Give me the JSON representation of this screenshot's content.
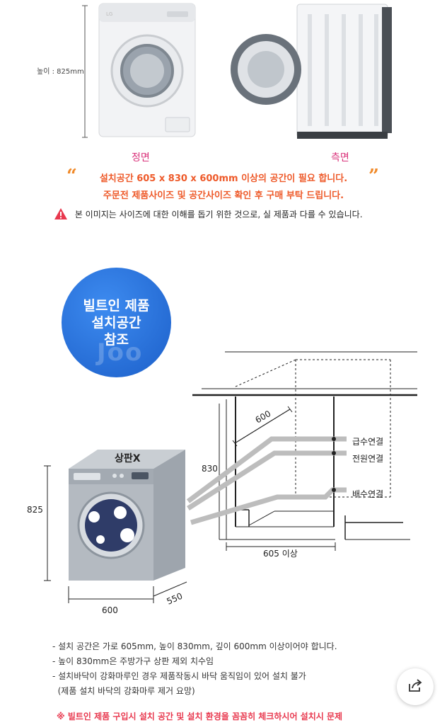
{
  "product_view": {
    "height_label": "높이 : 825mm",
    "front_label": "정면",
    "side_label": "측면"
  },
  "notice": {
    "open_quote": "“",
    "close_quote": "”",
    "line1": "설치공간 605 x 830 x 600mm 이상의 공간이 필요 합니다.",
    "line2": "주문전 제품사이즈 및 공간사이즈 확인 후 구매 부탁 드립니다."
  },
  "warning": {
    "icon": "warning-triangle-icon",
    "text": "본 이미지는 사이즈에 대한 이해를 돕기 위한 것으로, 실 제품과 다를 수 있습니다."
  },
  "badge": {
    "line1": "빌트인 제품",
    "line2": "설치공간",
    "line3": "참조",
    "watermark": "Joo"
  },
  "diagram": {
    "top_plate_label": "상판X",
    "depth_label": "600",
    "height_label": "830",
    "width_label": "605 이상",
    "water_supply_label": "급수연결",
    "power_label": "전원연결",
    "drain_label": "배수연결",
    "machine_height": "825",
    "machine_width": "600",
    "machine_depth": "550"
  },
  "bullets": [
    "- 설치 공간은 가로 605mm, 높이 830mm, 깊이 600mm 이상이어야 합니다.",
    "- 높이 830mm은 주방가구 상판 제외 치수임",
    "- 설치바닥이 강화마루인 경우 제품작동시 바닥 움직임이 있어 설치 불가",
    "  (제품 설치 바닥의 강화마루 제거 요망)"
  ],
  "footer_note": "※ 빌트인 제품 구입시 설치 공간 및 설치 환경을 꼼꼼히 체크하시어 설치시 문제",
  "share": {
    "icon": "share-icon"
  },
  "colors": {
    "accent_orange": "#ee5a2a",
    "label_pink": "#d9327a",
    "badge_blue": "#2a72dc",
    "footer_red": "#e8384e"
  }
}
